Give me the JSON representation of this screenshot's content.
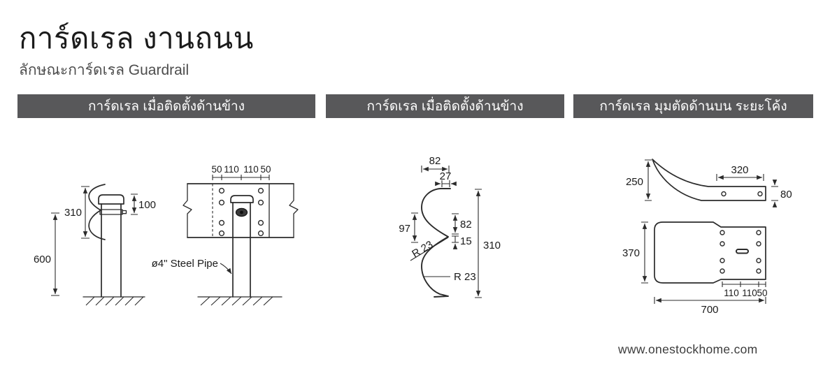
{
  "page": {
    "title": "การ์ดเรล งานถนน",
    "subtitle": "ลักษณะการ์ดเรล Guardrail",
    "website": "www.onestockhome.com"
  },
  "colors": {
    "header_bg": "#58585a",
    "header_text": "#ffffff",
    "line": "#2b2b2b",
    "title_text": "#1b1b1b",
    "subtitle_text": "#4d4d4d",
    "website_text": "#3c3c3c"
  },
  "panels": [
    {
      "header": "การ์ดเรล เมื่อติดตั้งด้านข้าง",
      "side_view": {
        "height_total": "600",
        "rail_height": "310",
        "cap_offset": "100"
      },
      "front_view": {
        "spacings": [
          "50",
          "110",
          "110",
          "50"
        ],
        "pipe_label": "ø4\" Steel Pipe"
      }
    },
    {
      "header": "การ์ดเรล เมื่อติดตั้งด้านข้าง",
      "profile": {
        "top_width": "82",
        "lip_width": "27",
        "upper_depth": "97",
        "mid_height": "82",
        "mid_gap": "15",
        "total_height": "310",
        "radius_mid": "R 23",
        "radius_bottom": "R 23"
      }
    },
    {
      "header": "การ์ดเรล มุมตัดด้านบน ระยะโค้ง",
      "terminal": {
        "height": "250",
        "flat_length": "320",
        "strip_height": "80"
      },
      "plate": {
        "height": "370",
        "length": "700",
        "spacings": [
          "110",
          "110",
          "50"
        ]
      }
    }
  ]
}
